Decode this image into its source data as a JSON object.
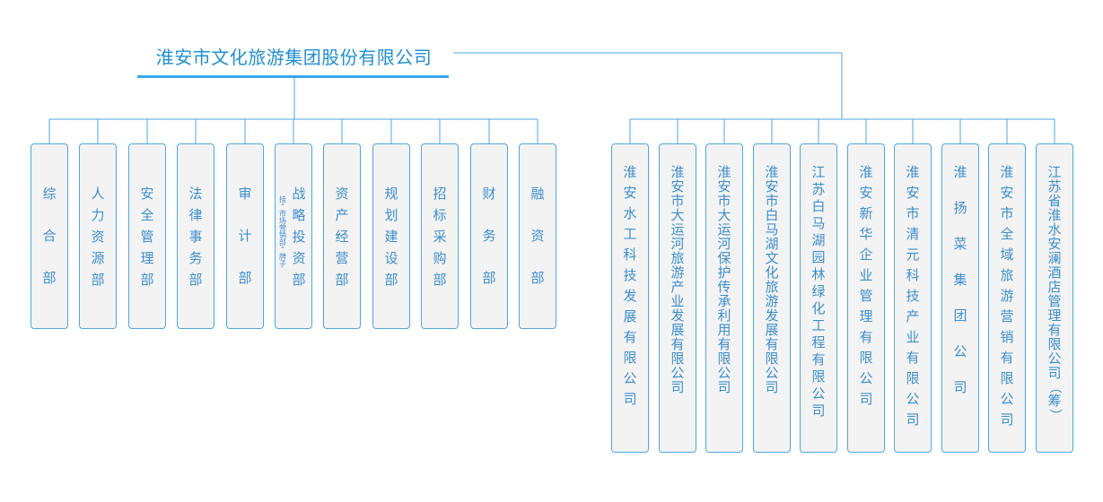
{
  "title": "淮安市文化旅游集团股份有限公司",
  "colors": {
    "line": "#4aa9e2",
    "text": "#3a8fd0",
    "title": "#1e90d6",
    "box_fill": "#f3f3f3"
  },
  "departments": [
    {
      "name": "综合部"
    },
    {
      "name": "人力资源部"
    },
    {
      "name": "安全管理部"
    },
    {
      "name": "法律事务部"
    },
    {
      "name": "审计部"
    },
    {
      "name": "战略投资部",
      "note": "挂“市场营销部”牌子"
    },
    {
      "name": "资产经营部"
    },
    {
      "name": "规划建设部"
    },
    {
      "name": "招标采购部"
    },
    {
      "name": "财务部"
    },
    {
      "name": "融资部"
    }
  ],
  "companies": [
    {
      "name": "淮安水工科技发展有限公司"
    },
    {
      "name": "淮安市大运河旅游产业发展有限公司"
    },
    {
      "name": "淮安市大运河保护传承利用有限公司"
    },
    {
      "name": "淮安市白马湖文化旅游发展有限公司"
    },
    {
      "name": "江苏白马湖园林绿化工程有限公司"
    },
    {
      "name": "淮安新华企业管理有限公司"
    },
    {
      "name": "淮安市清元科技产业有限公司"
    },
    {
      "name": "淮扬菜集团公司"
    },
    {
      "name": "淮安市全域旅游营销有限公司"
    },
    {
      "name": "江苏省淮水安澜酒店管理有限公司（筹）"
    }
  ]
}
